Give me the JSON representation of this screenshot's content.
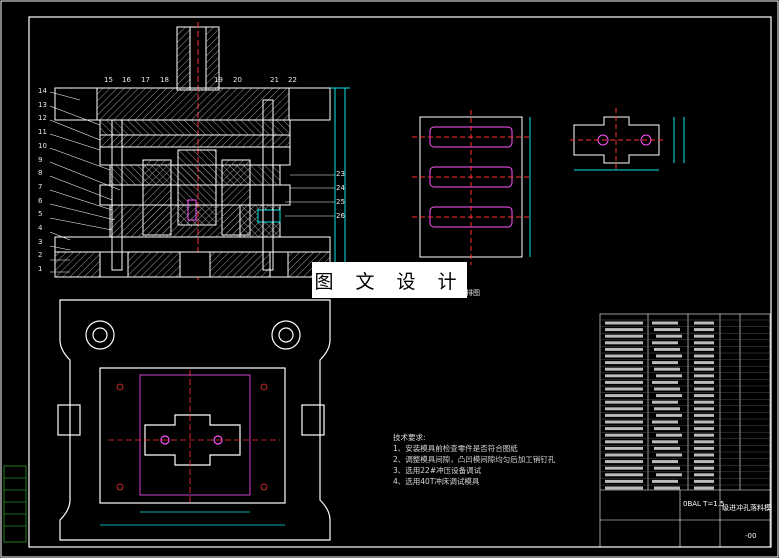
{
  "drawing": {
    "watermark": "图 文 设 计",
    "section_label": "排图",
    "tech_requirements": {
      "title": "技术要求:",
      "items": [
        "1、安装模具前检查零件是否符合图纸",
        "2、调整模具间隙，凸凹模间隙均匀后加工销钉孔",
        "3、选用22#冲压设备调试",
        "4、选用40T冲床调试模具"
      ]
    },
    "part_labels_left": [
      "14",
      "13",
      "12",
      "11",
      "10",
      "9",
      "8",
      "7",
      "6",
      "5",
      "4",
      "3",
      "2",
      "1"
    ],
    "part_labels_top": [
      "15",
      "16",
      "17",
      "18",
      "19",
      "20",
      "21",
      "22"
    ],
    "part_labels_right": [
      "23",
      "24",
      "25",
      "26"
    ],
    "title_block": {
      "scale": "0BAL T=1.5",
      "name": "级进冲孔落料模",
      "code": "-00"
    },
    "colors": {
      "frame": "#ffffff",
      "part": "#ffffff",
      "hatch": "#b8b8b8",
      "center_line": "#ff3333",
      "dimension": "#00e8e8",
      "highlight": "#ff55ff",
      "label": "#e8e8e8",
      "table_accent": "#33cc33"
    }
  }
}
